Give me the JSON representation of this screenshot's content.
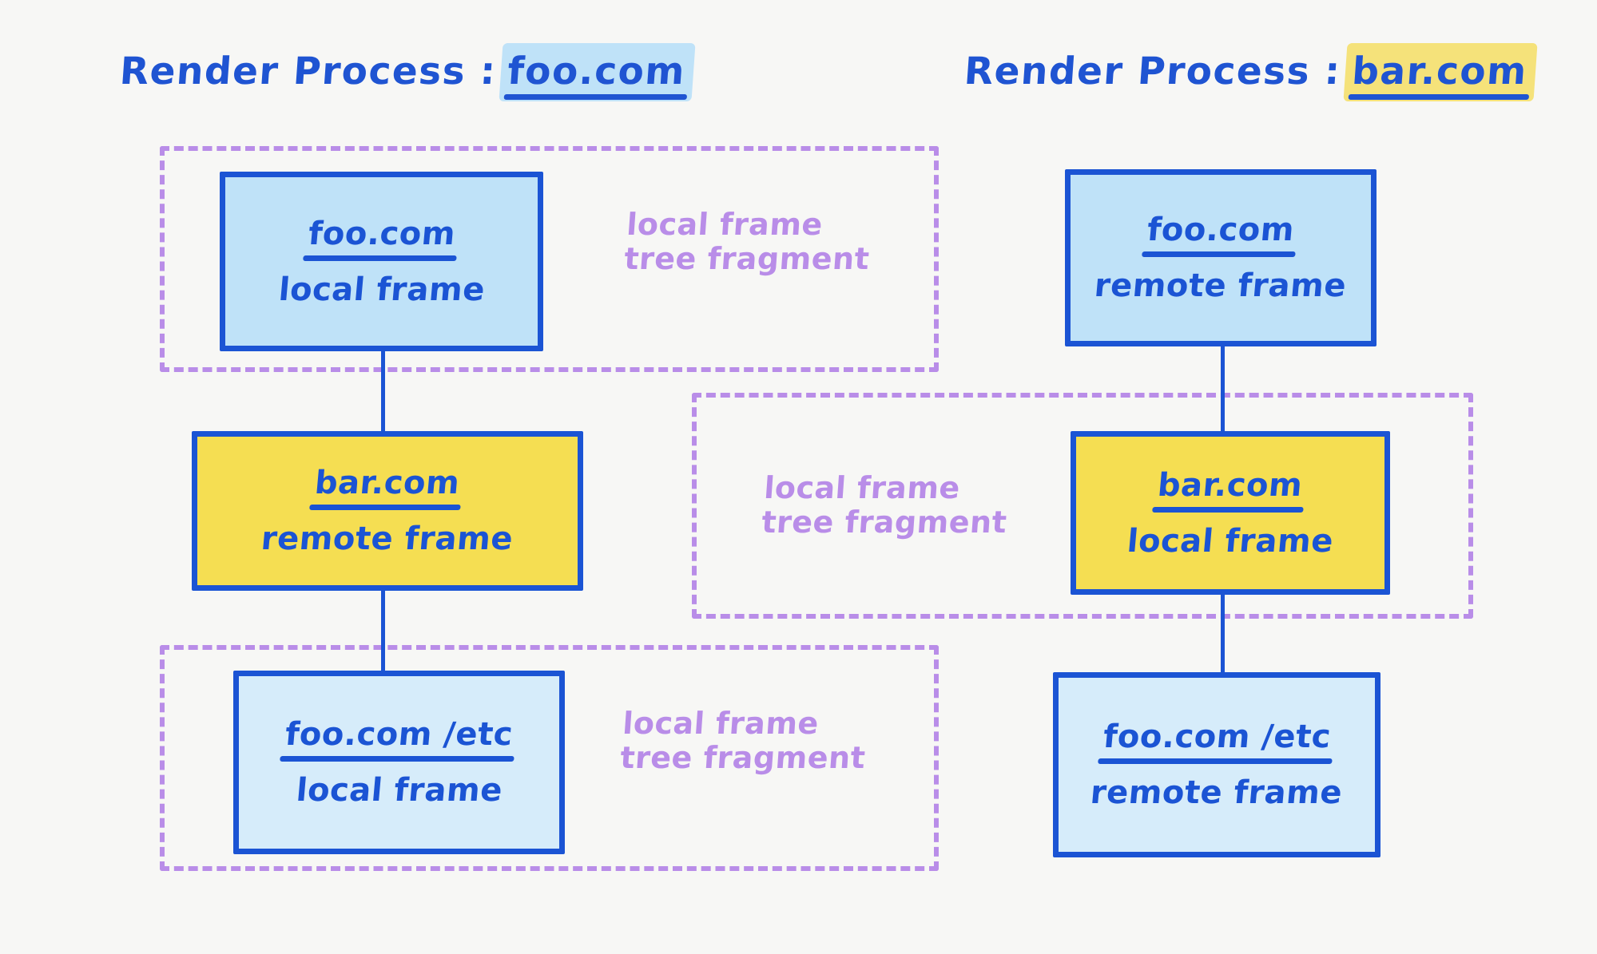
{
  "colors": {
    "background": "#f7f7f5",
    "ink_blue": "#1b54d4",
    "box_blue_fill": "#bfe2f8",
    "box_blue_light_fill": "#d6ecfa",
    "box_yellow_fill": "#f5de52",
    "fragment_purple": "#b98de8",
    "highlight_blue": "#bfe2f8",
    "highlight_yellow": "#f5e27a"
  },
  "processes": [
    {
      "title_label": "Render Process :",
      "title_domain": "foo.com",
      "highlight": "blue"
    },
    {
      "title_label": "Render Process :",
      "title_domain": "bar.com",
      "highlight": "yellow"
    }
  ],
  "left_column": {
    "boxes": [
      {
        "url": "foo.com",
        "kind": "local frame",
        "fill": "blue"
      },
      {
        "url": "bar.com",
        "kind": "remote frame",
        "fill": "yellow"
      },
      {
        "url": "foo.com /etc",
        "kind": "local frame",
        "fill": "blue-light"
      }
    ],
    "fragments": [
      {
        "caption": "local frame\ntree fragment"
      },
      {
        "caption": "local frame\ntree fragment"
      }
    ]
  },
  "right_column": {
    "boxes": [
      {
        "url": "foo.com",
        "kind": "remote frame",
        "fill": "blue"
      },
      {
        "url": "bar.com",
        "kind": "local frame",
        "fill": "yellow"
      },
      {
        "url": "foo.com /etc",
        "kind": "remote frame",
        "fill": "blue-light"
      }
    ],
    "fragments": [
      {
        "caption": "local frame\ntree fragment"
      }
    ]
  }
}
